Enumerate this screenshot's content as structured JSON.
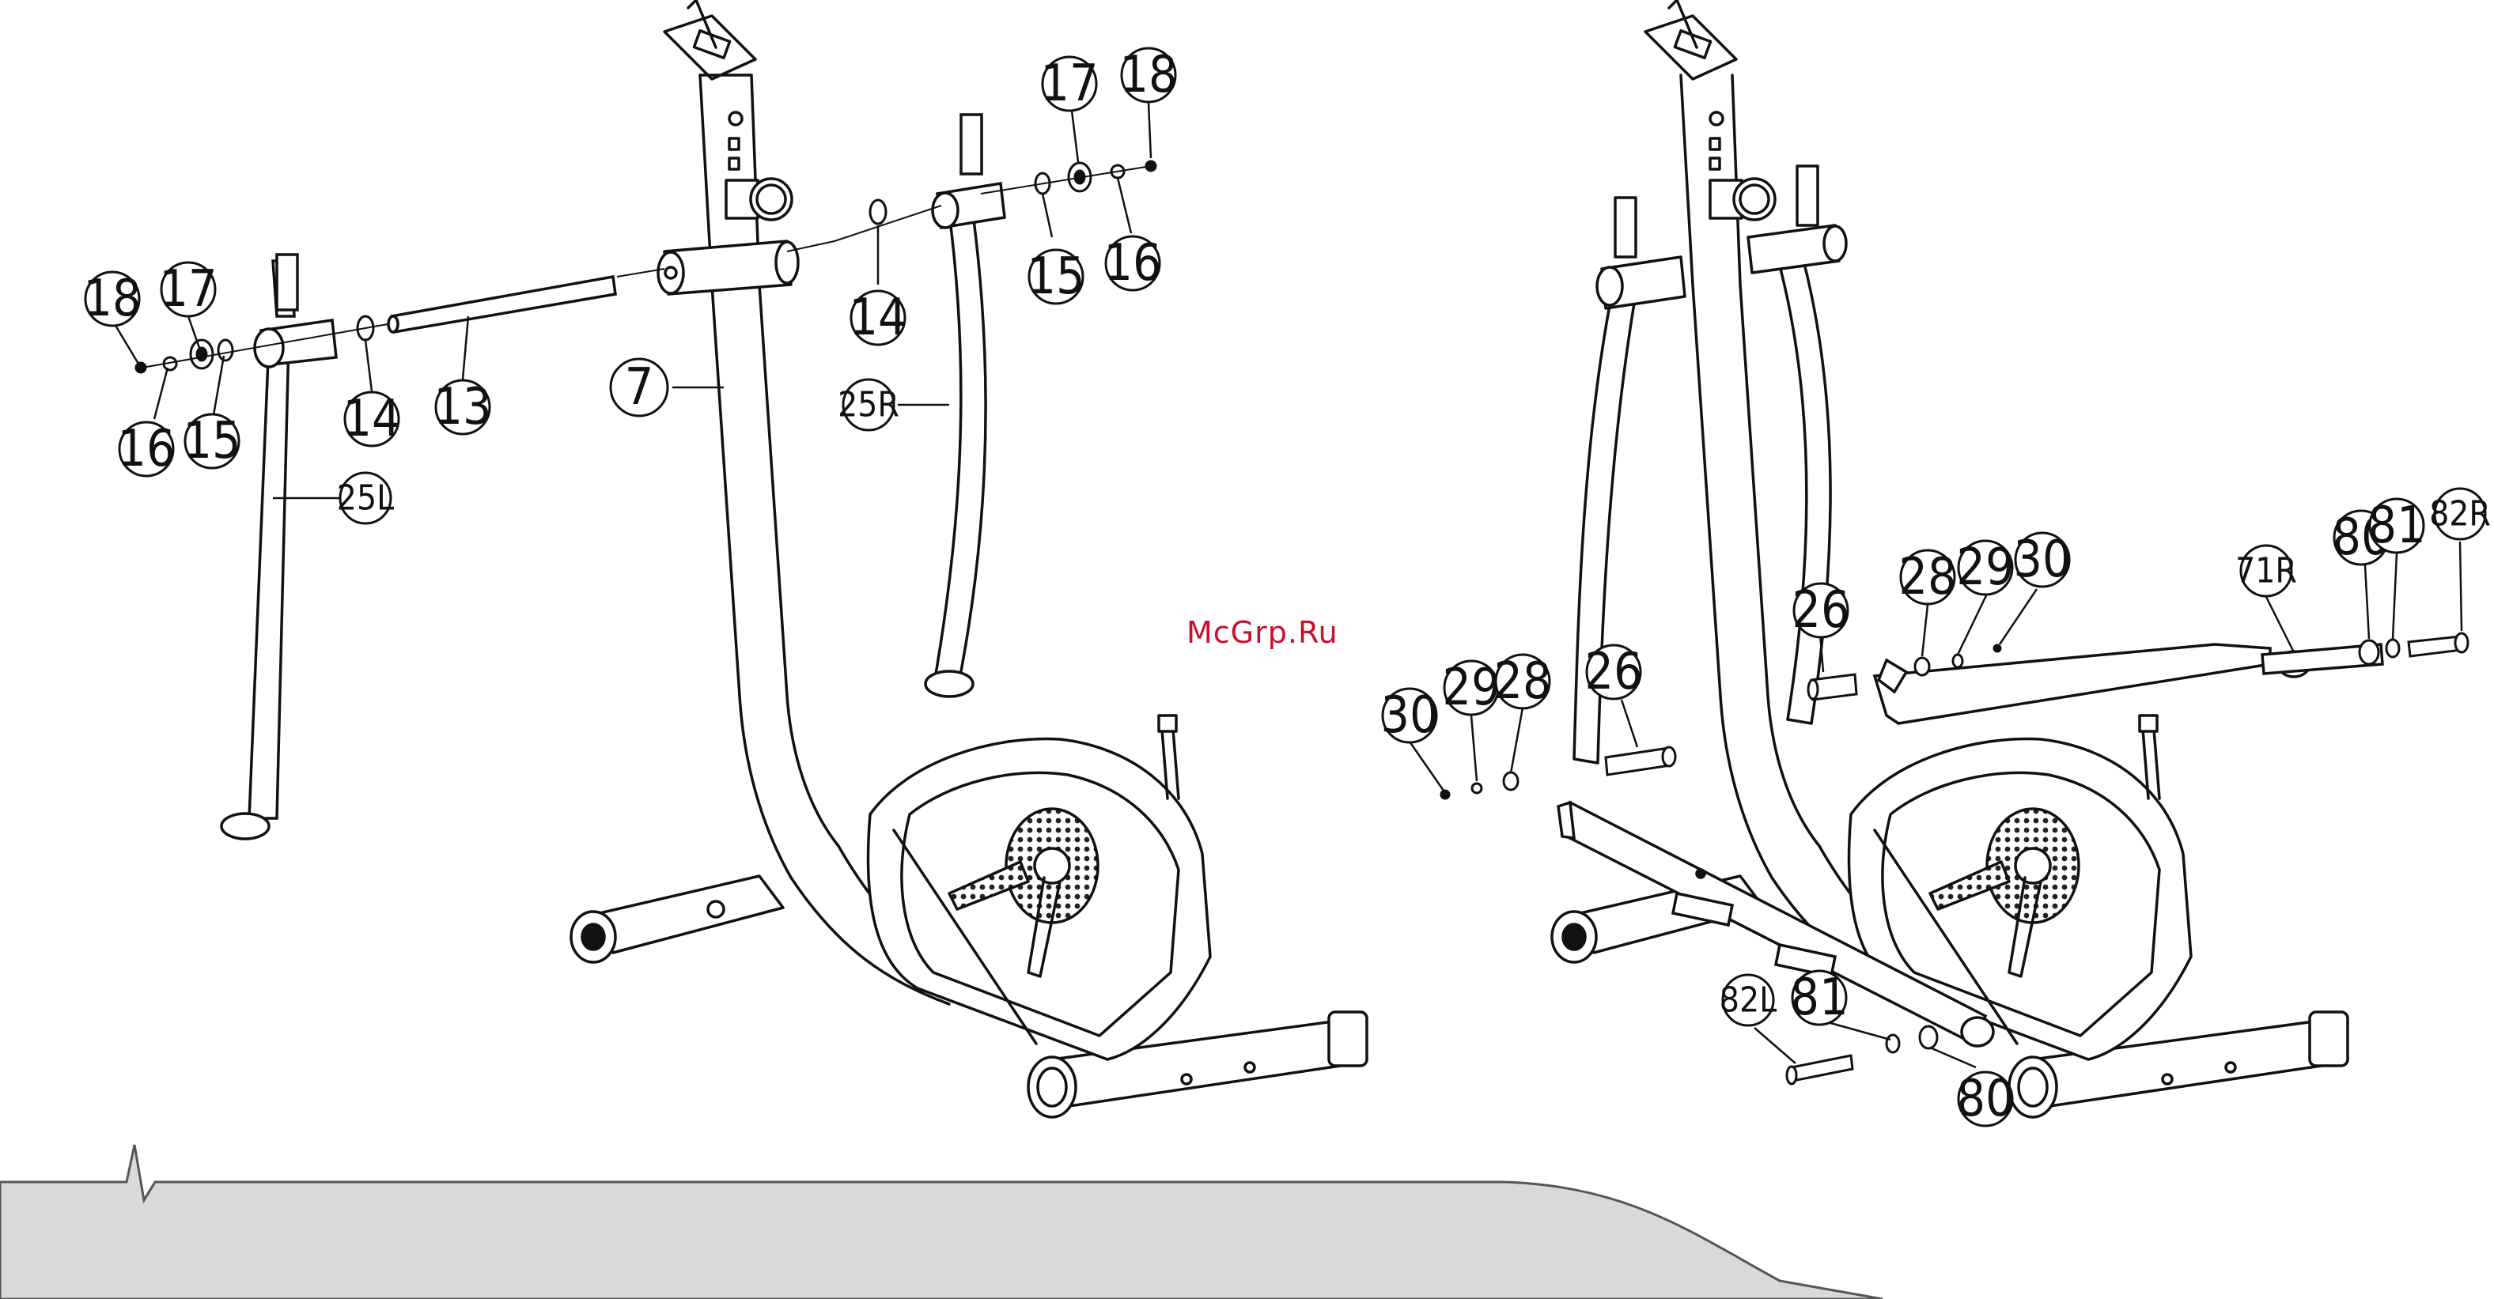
{
  "watermark": "McGrp.Ru",
  "left_figure": {
    "callouts": [
      {
        "id": "c18a",
        "text": "18"
      },
      {
        "id": "c17a",
        "text": "17"
      },
      {
        "id": "c16a",
        "text": "16"
      },
      {
        "id": "c15a",
        "text": "15"
      },
      {
        "id": "c14a",
        "text": "14"
      },
      {
        "id": "c13",
        "text": "13"
      },
      {
        "id": "c25L",
        "text": "25L"
      },
      {
        "id": "c7",
        "text": "7"
      },
      {
        "id": "c14b",
        "text": "14"
      },
      {
        "id": "c25R",
        "text": "25R"
      },
      {
        "id": "c15b",
        "text": "15"
      },
      {
        "id": "c16b",
        "text": "16"
      },
      {
        "id": "c17b",
        "text": "17"
      },
      {
        "id": "c18b",
        "text": "18"
      }
    ]
  },
  "right_figure": {
    "callouts": [
      {
        "id": "d26a",
        "text": "26"
      },
      {
        "id": "d28a",
        "text": "28"
      },
      {
        "id": "d29a",
        "text": "29"
      },
      {
        "id": "d30a",
        "text": "30"
      },
      {
        "id": "d71R",
        "text": "71R"
      },
      {
        "id": "d80a",
        "text": "80"
      },
      {
        "id": "d81a",
        "text": "81"
      },
      {
        "id": "d82R",
        "text": "82R"
      },
      {
        "id": "d30b",
        "text": "30"
      },
      {
        "id": "d29b",
        "text": "29"
      },
      {
        "id": "d28b",
        "text": "28"
      },
      {
        "id": "d26b",
        "text": "26"
      },
      {
        "id": "d82L",
        "text": "82L"
      },
      {
        "id": "d81b",
        "text": "81"
      },
      {
        "id": "d80b",
        "text": "80"
      }
    ]
  },
  "colors": {
    "line": "#111111",
    "footer": "#d9d9d9",
    "watermark": "#c8102e"
  }
}
